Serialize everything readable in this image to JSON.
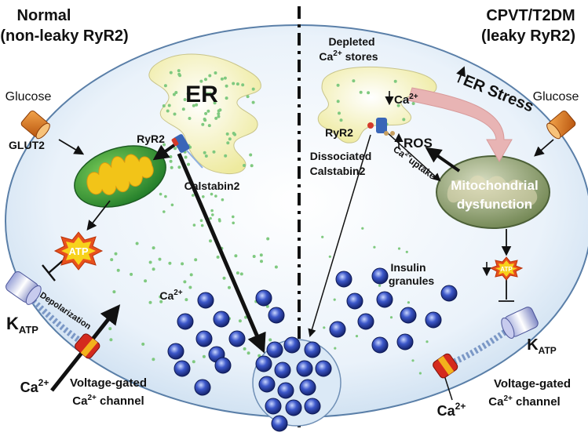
{
  "left": {
    "title_line1": "Normal",
    "title_line2": "(non-leaky RyR2)",
    "er": "ER",
    "ryr2": "RyR2",
    "calstabin2": "Calstabin2",
    "glucose": "Glucose",
    "glut2": "GLUT2",
    "atp": "ATP",
    "katp_main": "K",
    "katp_sub": "ATP",
    "depolarization": "Depolarization",
    "ca_cytosol": "Ca",
    "ca_cytosol_sup": "2+",
    "ca_in": "Ca",
    "ca_in_sup": "2+",
    "vgcc_line1": "Voltage-gated",
    "vgcc_line2_ca": "Ca",
    "vgcc_line2_sup": "2+",
    "vgcc_line2_rest": " channel"
  },
  "right": {
    "title_line1": "CPVT/T2DM",
    "title_line2": "(leaky RyR2)",
    "depleted_line1": "Depleted",
    "depleted_ca": "Ca",
    "depleted_sup": "2+",
    "depleted_rest": " stores",
    "ca_down": "Ca",
    "ca_down_sup": "2+",
    "er_stress": "ER Stress",
    "glucose": "Glucose",
    "ryr2": "RyR2",
    "ros": "ROS",
    "dissociated_line1": "Dissociated",
    "dissociated_line2": "Calstabin2",
    "uptake_ca": "Ca",
    "uptake_sup": "2+",
    "uptake_rest": "uptake",
    "mito_line1": "Mitochondrial",
    "mito_line2": "dysfunction",
    "insulin_line1": "Insulin",
    "insulin_line2": "granules",
    "atp": "ATP",
    "katp_main": "K",
    "katp_sub": "ATP",
    "ca_in": "Ca",
    "ca_in_sup": "2+",
    "vgcc_line1": "Voltage-gated",
    "vgcc_line2_ca": "Ca",
    "vgcc_line2_sup": "2+",
    "vgcc_line2_rest": " channel"
  },
  "colors": {
    "cell_fill": "#d9e8f5",
    "cell_stroke": "#5a7fa8",
    "er_fill": "#f6f3c8",
    "mito_outer": "#3c9b3c",
    "mito_inner": "#f2c418",
    "mito_dysfunction": "#8a9a6a",
    "granule": "#2a3fa0",
    "ca_dot": "#7fc97f",
    "atp_star": "#e8501c",
    "glut_orange": "#e07a1c",
    "stress_arrow": "#e8b4b4"
  }
}
